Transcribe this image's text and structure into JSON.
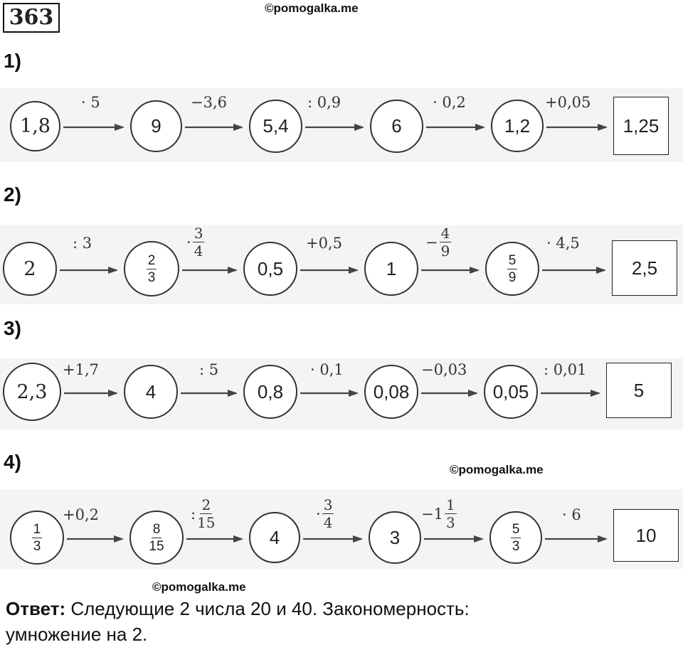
{
  "task_number": "363",
  "watermark": "©pomogalka.me",
  "rows": [
    {
      "label": "1)",
      "nodes": [
        "1,8",
        "9",
        "5,4",
        "6",
        "1,2"
      ],
      "ops": [
        "· 5",
        "−3,6",
        ": 0,9",
        "· 0,2",
        "+0,05"
      ],
      "result": "1,25"
    },
    {
      "label": "2)",
      "nodes": [
        "2",
        {
          "n": "2",
          "d": "3"
        },
        "0,5",
        "1",
        {
          "n": "5",
          "d": "9"
        }
      ],
      "ops": [
        ": 3",
        {
          "prefix": "·",
          "n": "3",
          "d": "4"
        },
        "+0,5",
        {
          "prefix": "−",
          "n": "4",
          "d": "9"
        },
        "· 4,5"
      ],
      "result": "2,5"
    },
    {
      "label": "3)",
      "nodes": [
        "2,3",
        "4",
        "0,8",
        "0,08",
        "0,05"
      ],
      "ops": [
        "+1,7",
        ": 5",
        "· 0,1",
        "−0,03",
        ": 0,01"
      ],
      "result": "5"
    },
    {
      "label": "4)",
      "nodes": [
        {
          "n": "1",
          "d": "3"
        },
        {
          "n": "8",
          "d": "15"
        },
        "4",
        "3",
        {
          "n": "5",
          "d": "3"
        }
      ],
      "ops": [
        "+0,2",
        {
          "prefix": ":",
          "n": "2",
          "d": "15"
        },
        {
          "prefix": "·",
          "n": "3",
          "d": "4"
        },
        {
          "prefix": "−1",
          "n": "1",
          "d": "3"
        },
        "· 6"
      ],
      "result": "10"
    }
  ],
  "answer": {
    "prefix": "Ответ:",
    "line1": " Следующие 2 числа 20 и 40. Закономерность:",
    "line2": "умножение на 2."
  }
}
